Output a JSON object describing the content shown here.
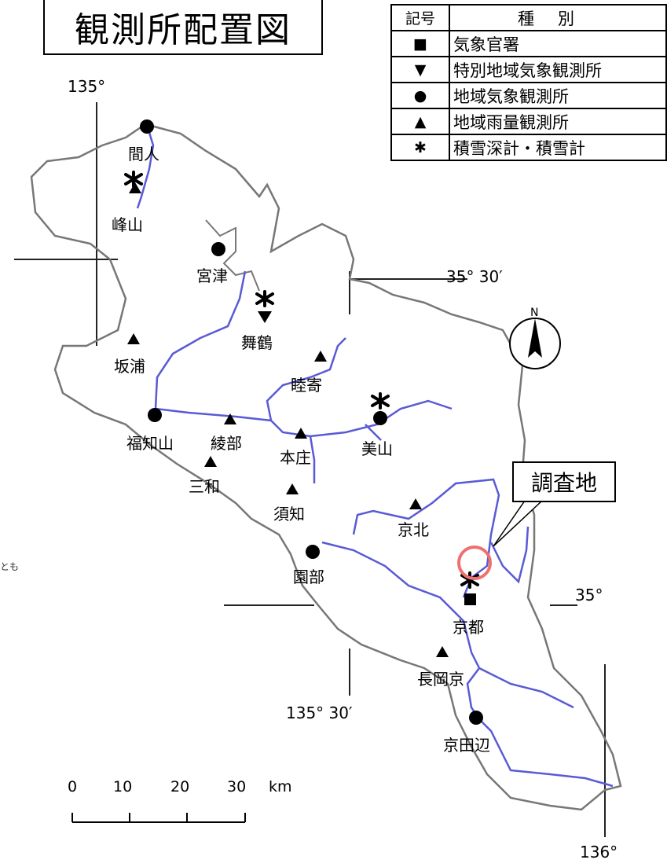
{
  "title": "観測所配置図",
  "legend": {
    "header_symbol": "記号",
    "header_kind": "種別",
    "rows": [
      {
        "symbol": "■",
        "icon": "square-icon",
        "label": "気象官署"
      },
      {
        "symbol": "▼",
        "icon": "down-triangle-icon",
        "label": "特別地域気象観測所"
      },
      {
        "symbol": "●",
        "icon": "circle-icon",
        "label": "地域気象観測所"
      },
      {
        "symbol": "▲",
        "icon": "up-triangle-icon",
        "label": "地域雨量観測所"
      },
      {
        "symbol": "✱",
        "icon": "asterisk-icon",
        "label": "積雪深計・積雪計"
      }
    ]
  },
  "stations": {
    "mabito": "間人",
    "mineyama": "峰山",
    "miyazu": "宮津",
    "maizuru": "舞鶴",
    "sakaura": "坂浦",
    "mutsuyori": "睦寄",
    "fukuchiyama": "福知山",
    "ayabe": "綾部",
    "honjo": "本庄",
    "miyama": "美山",
    "miwa": "三和",
    "suchi": "須知",
    "keihoku": "京北",
    "sonobe": "園部",
    "kyoto": "京都",
    "nagaokakyo": "長岡京",
    "kyotanabe": "京田辺"
  },
  "coords": {
    "lon135": "135°",
    "lat3530": "35°  30′",
    "lat35": "35°",
    "lon13530": "135°  30′",
    "lon136": "136°"
  },
  "callout": "調査地",
  "scale": {
    "ticks": [
      "0",
      "10",
      "20",
      "30"
    ],
    "unit": "km"
  },
  "side_text": "とも",
  "colors": {
    "river": "#5a5ad6",
    "boundary": "#777777",
    "callout_circle": "#f07070"
  }
}
